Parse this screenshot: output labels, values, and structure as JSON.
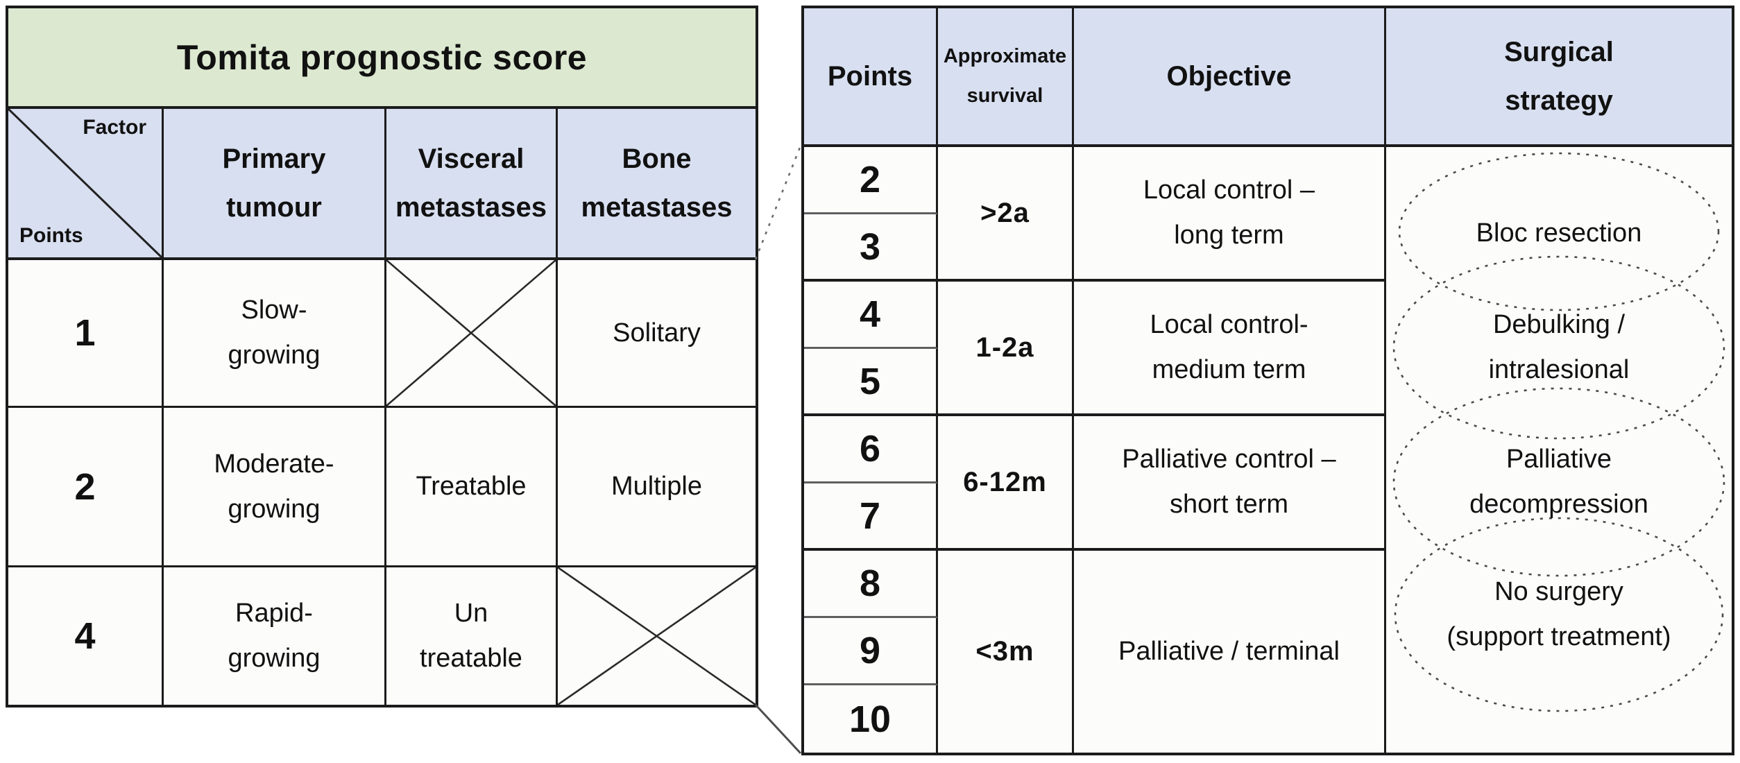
{
  "figure": {
    "left_table": {
      "title": "Tomita prognostic score",
      "corner": {
        "top_label": "Factor",
        "bottom_label": "Points"
      },
      "headers": {
        "primary": "Primary\ntumour",
        "visceral": "Visceral\nmetastases",
        "bone": "Bone\nmetastases"
      },
      "rows": [
        {
          "points": "1",
          "primary": "Slow-\ngrowing",
          "visceral": "",
          "visceral_crossed": true,
          "bone": "Solitary",
          "bone_crossed": false
        },
        {
          "points": "2",
          "primary": "Moderate-\ngrowing",
          "visceral": "Treatable",
          "visceral_crossed": false,
          "bone": "Multiple",
          "bone_crossed": false
        },
        {
          "points": "4",
          "primary": "Rapid-\ngrowing",
          "visceral": "Un\ntreatable",
          "visceral_crossed": false,
          "bone": "",
          "bone_crossed": true
        }
      ]
    },
    "right_table": {
      "headers": {
        "points": "Points",
        "survival": "Approximate\nsurvival",
        "objective": "Objective",
        "strategy": "Surgical\nstrategy"
      },
      "groups": [
        {
          "points": [
            "2",
            "3"
          ],
          "survival": ">2a",
          "objective": "Local control –\nlong term",
          "strategy": "Bloc resection"
        },
        {
          "points": [
            "4",
            "5"
          ],
          "survival": "1-2a",
          "objective": "Local control-\nmedium term",
          "strategy": "Debulking /\nintralesional"
        },
        {
          "points": [
            "6",
            "7"
          ],
          "survival": "6-12m",
          "objective": "Palliative control –\nshort term",
          "strategy": "Palliative\ndecompression"
        },
        {
          "points": [
            "8",
            "9",
            "10"
          ],
          "survival": "<3m",
          "objective": "Palliative / terminal",
          "strategy": "No surgery\n(support treatment)"
        }
      ]
    },
    "colors": {
      "title_bg": "#dce8d0",
      "header_bg": "#d8dff0",
      "border": "#1b1b1b",
      "ellipse_stroke": "#4a4a4a",
      "text": "#111111"
    }
  }
}
